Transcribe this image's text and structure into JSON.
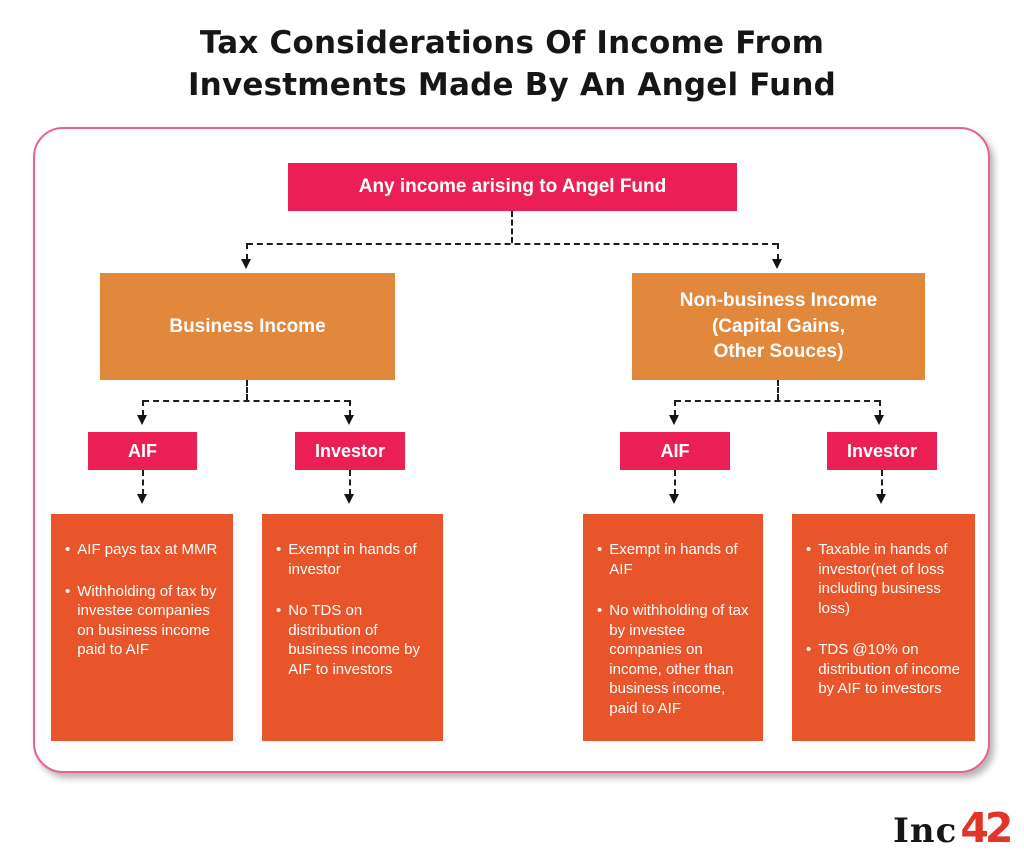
{
  "title": {
    "line1": "Tax Considerations Of Income From",
    "line2": "Investments Made By An Angel Fund"
  },
  "tree": {
    "root": "Any income arising to Angel Fund",
    "left_branch": {
      "label": "Business Income",
      "nodes": [
        {
          "label": "AIF",
          "bullets": [
            "AIF pays tax at MMR",
            "Withholding of tax by investee companies on business income paid to AIF"
          ]
        },
        {
          "label": "Investor",
          "bullets": [
            "Exempt in hands of investor",
            "No TDS on distribution of business income by AIF to investors"
          ]
        }
      ]
    },
    "right_branch": {
      "label_lines": [
        "Non-business Income",
        "(Capital Gains,",
        "Other Souces)"
      ],
      "nodes": [
        {
          "label": "AIF",
          "bullets": [
            "Exempt in hands of AIF",
            "No withholding of tax by investee companies on income, other than business income, paid to AIF"
          ]
        },
        {
          "label": "Investor",
          "bullets": [
            "Taxable in hands of investor(net of loss including business loss)",
            "TDS @10% on distribution of income by AIF to investors"
          ]
        }
      ]
    }
  },
  "logo": {
    "black": "Inc",
    "red": "42"
  },
  "ui": {
    "bullet": "•"
  },
  "colors": {
    "node_pink": "#EC1E56",
    "node_orange": "#E2883C",
    "detail_orange_red": "#E9552B",
    "panel_border_pink": "#E8638C",
    "connector_dark": "#1d1d1d",
    "title_dark": "#161616",
    "logo_red": "#E23429"
  }
}
